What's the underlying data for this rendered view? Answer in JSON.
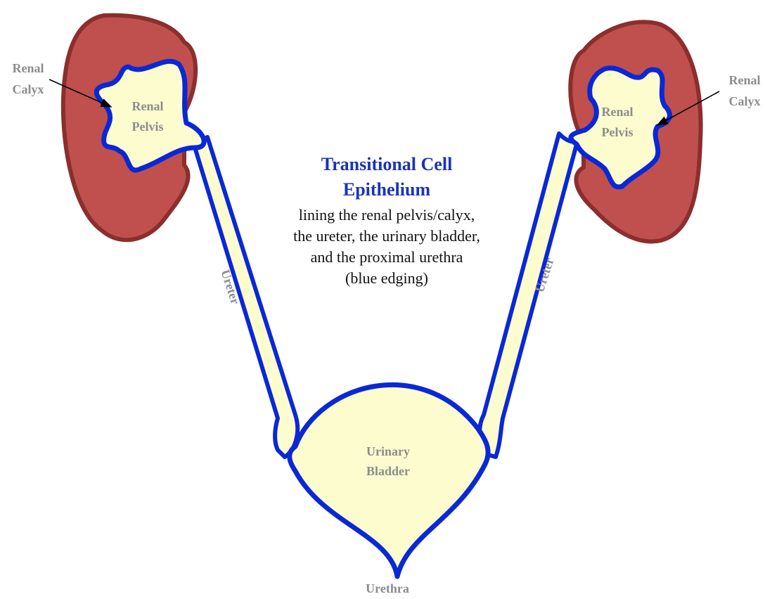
{
  "labels": {
    "left_calyx_line1": "Renal",
    "left_calyx_line2": "Calyx",
    "right_calyx_line1": "Renal",
    "right_calyx_line2": "Calyx",
    "left_pelvis_line1": "Renal",
    "left_pelvis_line2": "Pelvis",
    "right_pelvis_line1": "Renal",
    "right_pelvis_line2": "Pelvis",
    "left_ureter": "Ureter",
    "right_ureter": "Ureter",
    "bladder_line1": "Urinary",
    "bladder_line2": "Bladder",
    "urethra": "Urethra"
  },
  "center_text": {
    "title_line1": "Transitional Cell",
    "title_line2": "Epithelium",
    "desc_line1": "lining the renal pelvis/calyx,",
    "desc_line2": "the ureter, the urinary bladder,",
    "desc_line3": "and the proximal urethra",
    "desc_line4": "(blue edging)"
  },
  "colors": {
    "kidney_fill": "#c0504d",
    "kidney_stroke": "#8b2e2e",
    "lumen_fill": "#fdfccf",
    "epithelium_blue": "#0a28d6",
    "label_gray": "#8c8c8c",
    "title_blue": "#1a33b8"
  }
}
